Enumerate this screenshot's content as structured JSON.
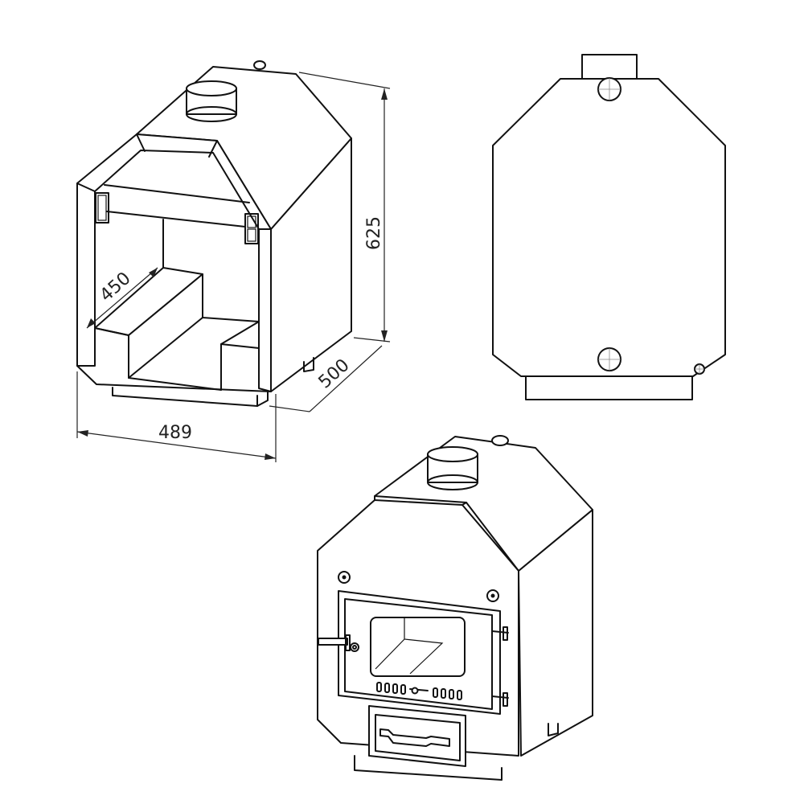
{
  "drawing": {
    "subject": "Wood-burning stove / boiler technical drawing",
    "background": "#ffffff",
    "line_color": "#111111",
    "views": [
      {
        "id": "open-isometric",
        "label": "Isometric view, front open (firebox interior)"
      },
      {
        "id": "rear-elevation",
        "label": "Rear elevation with pipe connections"
      },
      {
        "id": "closed-isometric",
        "label": "Isometric view with doors closed"
      }
    ]
  },
  "dimensions": {
    "height": "625",
    "depth": "500",
    "width": "489",
    "firebox_depth": "450"
  },
  "rear_view": {
    "connections": [
      "top-pipe-connection",
      "bottom-pipe-connection",
      "small-drain-fitting"
    ]
  },
  "front_view": {
    "door_parts": [
      "fire-door",
      "viewing-window",
      "door-latch",
      "door-hinge-top",
      "door-hinge-bottom",
      "air-vent-slots",
      "air-regulator",
      "ash-drawer",
      "ash-drawer-handle",
      "bolt-left",
      "bolt-right",
      "flue-collar"
    ]
  }
}
